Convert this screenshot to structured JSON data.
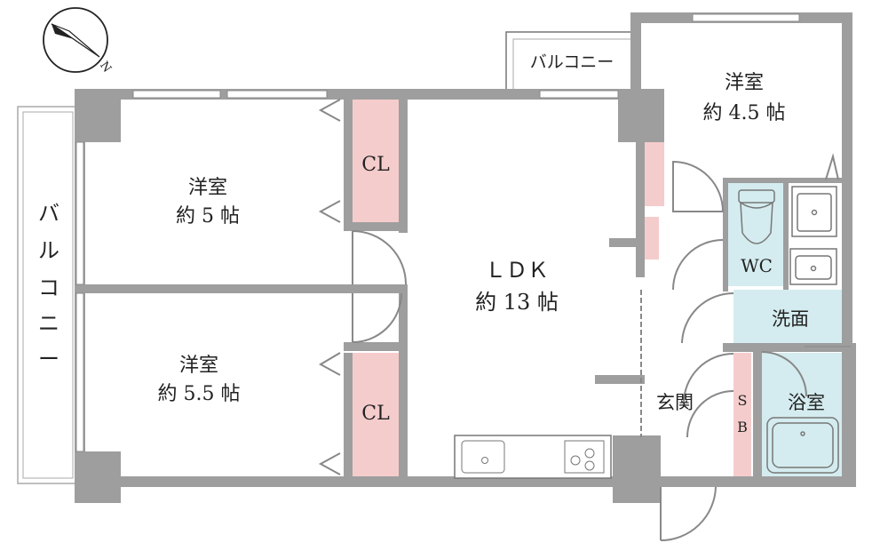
{
  "compass": {
    "label": "N",
    "icon": "compass-north-icon"
  },
  "rooms": {
    "western_5": {
      "name": "洋室",
      "size": "約 5 帖"
    },
    "western_55": {
      "name": "洋室",
      "size": "約 5.5 帖"
    },
    "western_45": {
      "name": "洋室",
      "size": "約 4.5 帖"
    },
    "ldk": {
      "name": "ＬＤＫ",
      "size": "約 13 帖"
    },
    "closet_upper": "CL",
    "closet_lower": "CL",
    "wc": "WC",
    "washroom": "洗面",
    "bathroom": "浴室",
    "entrance": "玄関",
    "shoebox": [
      "S",
      "B"
    ],
    "balcony_left": [
      "バ",
      "ル",
      "コ",
      "ニ",
      "ー"
    ],
    "balcony_top": "バルコニー"
  },
  "colors": {
    "wall": "#9e9e9e",
    "closet": "#f5cccc",
    "wet_area": "#d4ecef"
  }
}
